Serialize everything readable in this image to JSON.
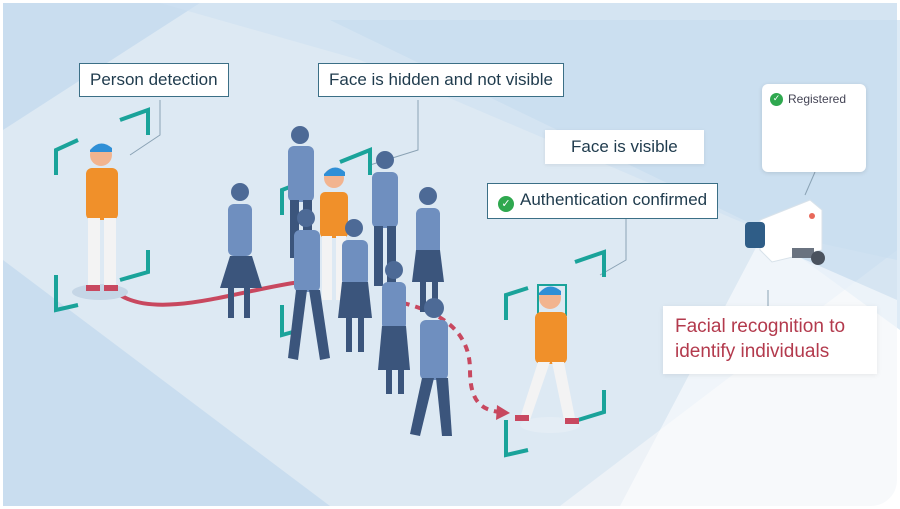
{
  "labels": {
    "person_detection": "Person detection",
    "face_hidden": "Face is hidden and not visible",
    "face_visible": "Face is visible",
    "auth_confirmed": "Authentication confirmed",
    "registered": "Registered",
    "facial_line1": "Facial recognition to",
    "facial_line2": "identify individuals"
  },
  "colors": {
    "frame_teal": "#1aa39a",
    "path_red": "#c8485f",
    "person_blue": "#6f8fbf",
    "highlight_orange": "#f0902a",
    "check_green": "#2fa84f",
    "floor_light": "#dde9f3",
    "beam_blue": "#bfd8ee"
  }
}
